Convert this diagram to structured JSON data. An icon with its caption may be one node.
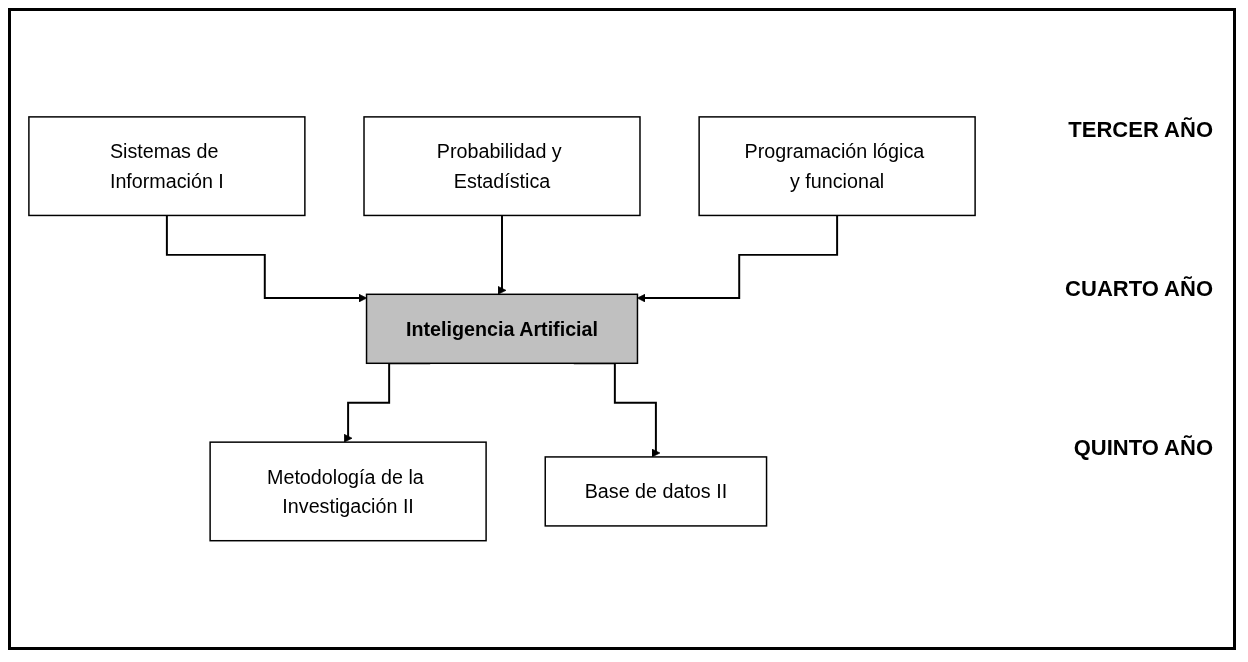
{
  "diagram": {
    "nodes": [
      {
        "text": [
          "Sistemas de Información I"
        ]
      },
      {
        "text": [
          "Probabilidad y Estadística"
        ]
      },
      {
        "text": [
          "Programación lógica y funcional"
        ]
      },
      {
        "text": [
          "Inteligencia Artificial"
        ]
      },
      {
        "text": [
          "Metodología de la Investigación II"
        ]
      },
      {
        "text": [
          "Base de datos II"
        ]
      }
    ],
    "edges": [
      {
        "from": 0,
        "to": 3,
        "arrow": "to"
      },
      {
        "from": 1,
        "to": 3,
        "arrow": "to"
      },
      {
        "from": 2,
        "to": 3,
        "arrow": "to"
      },
      {
        "from": 3,
        "to": 4,
        "arrow": "to"
      },
      {
        "from": 3,
        "to": 5,
        "arrow": "to"
      }
    ],
    "labels": [
      "TERCER AÑO",
      "CUARTO AÑO",
      "QUINTO AÑO"
    ]
  }
}
